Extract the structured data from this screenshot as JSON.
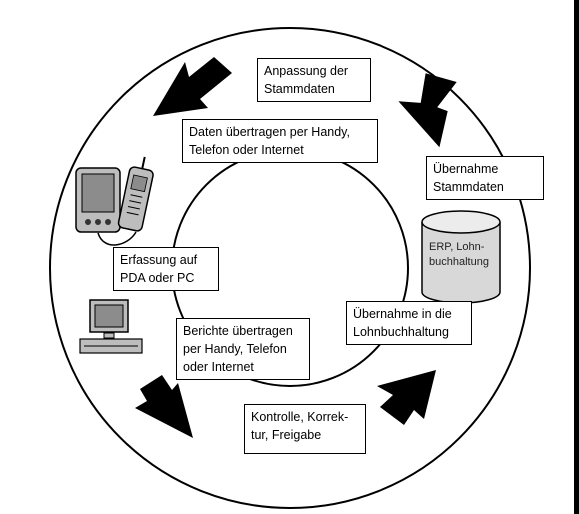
{
  "diagram": {
    "boxes": {
      "anpassung": "Anpassung der\nStammdaten",
      "daten_uebertragen": "Daten übertragen per Handy,\nTelefon oder Internet",
      "uebernahme_stammdaten": "Übernahme\nStammdaten",
      "erfassung": "Erfassung auf\nPDA oder PC",
      "uebernahme_lohn": "Übernahme in die\nLohnbuchhaltung",
      "berichte": "Berichte übertragen\nper Handy, Telefon\noder Internet",
      "kontrolle": "Kontrolle, Korrek-\ntur, Freigabe"
    },
    "database_label": "ERP, Lohn-\nbuchhaltung",
    "icons": [
      "pda-icon",
      "mobile-phone-icon",
      "desktop-computer-icon",
      "database-cylinder-icon",
      "arrow-icon"
    ],
    "colors": {
      "stroke": "#000000",
      "device_gray": "#bdbdbd",
      "screen_gray": "#8c8c8c"
    }
  }
}
